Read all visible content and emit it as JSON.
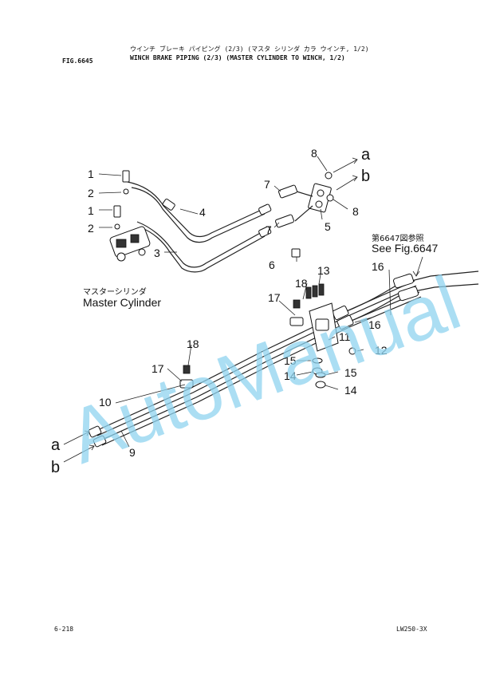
{
  "header": {
    "title_jp": "ウインチ ブレーキ パイピング (2/3) (マスタ シリンダ カラ ウインチ, 1/2)",
    "fig_no": "FIG.6645",
    "title_en": "WINCH BRAKE PIPING (2/3) (MASTER CYLINDER TO WINCH, 1/2)"
  },
  "labels": {
    "a_top": "a",
    "b_top": "b",
    "a_bottom": "a",
    "b_bottom": "b",
    "n1a": "1",
    "n1b": "1",
    "n2a": "2",
    "n2b": "2",
    "n3": "3",
    "n4": "4",
    "n5": "5",
    "n6": "6",
    "n7a": "7",
    "n7b": "7",
    "n8a": "8",
    "n8b": "8",
    "n9": "9",
    "n10": "10",
    "n11": "11",
    "n12": "12",
    "n13": "13",
    "n14a": "14",
    "n14b": "14",
    "n15a": "15",
    "n15b": "15",
    "n16a": "16",
    "n16b": "16",
    "n17a": "17",
    "n17b": "17",
    "n18a": "18",
    "n18b": "18",
    "master_cyl_jp": "マスターシリンダ",
    "master_cyl_en": "Master Cylinder",
    "see_fig_jp": "第6647図参照",
    "see_fig_en": "See Fig.6647"
  },
  "watermark": "AutoManual",
  "footer": {
    "page_no": "6-218",
    "model_no": "LW250-3X"
  }
}
